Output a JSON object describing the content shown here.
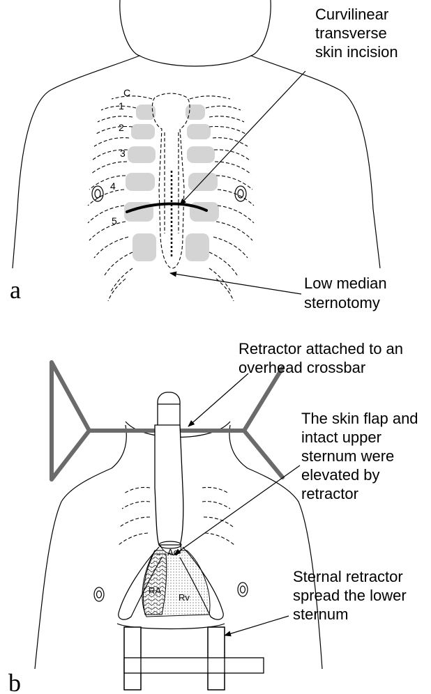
{
  "panel_a": {
    "letter": "a",
    "rib_labels": [
      "C",
      "1",
      "2",
      "3",
      "4",
      "5"
    ],
    "label_incision": [
      "Curvilinear",
      "transverse",
      "skin incision"
    ],
    "label_sternotomy": [
      "Low median",
      "sternotomy"
    ]
  },
  "panel_b": {
    "letter": "b",
    "label_retractor": [
      "Retractor attached to an",
      "overhead crossbar"
    ],
    "label_flap": [
      "The skin flap and",
      "intact upper",
      "sternum were",
      "elevated by",
      "retractor"
    ],
    "label_sternal": [
      "Sternal retractor",
      "spread the lower",
      "sternum"
    ],
    "organs": {
      "ao": "Ao",
      "ra": "RA",
      "rv": "Rv"
    }
  }
}
